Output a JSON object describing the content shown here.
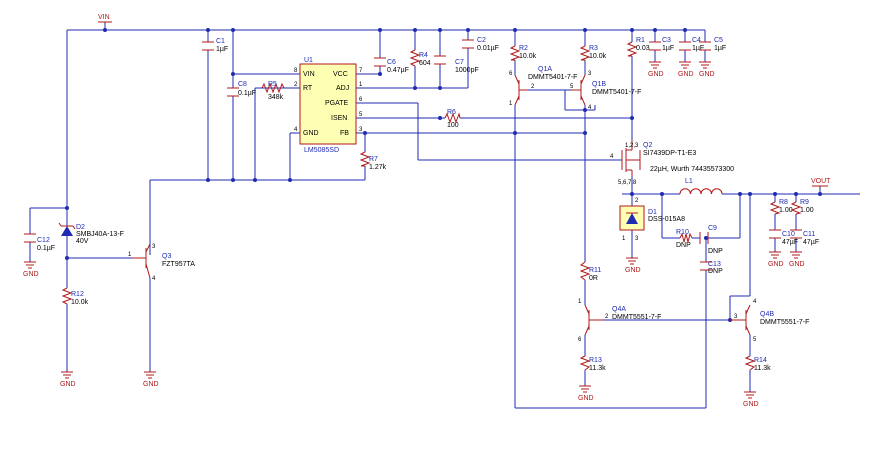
{
  "nets": {
    "vin": "VIN",
    "vout": "VOUT",
    "gnd": "GND"
  },
  "ic": {
    "ref": "U1",
    "part": "LM5085SD",
    "pins_left": [
      {
        "name": "VIN",
        "num": "8"
      },
      {
        "name": "RT",
        "num": "2"
      },
      {
        "name": "GND",
        "num": "4"
      }
    ],
    "pins_right": [
      {
        "name": "VCC",
        "num": "7"
      },
      {
        "name": "ADJ",
        "num": "1"
      },
      {
        "name": "PGATE",
        "num": "6"
      },
      {
        "name": "ISEN",
        "num": "5"
      },
      {
        "name": "FB",
        "num": "3"
      }
    ]
  },
  "components": {
    "c1": {
      "ref": "C1",
      "value": "1µF"
    },
    "c8": {
      "ref": "C8",
      "value": "0.1µF"
    },
    "r5": {
      "ref": "R5",
      "value": "348k"
    },
    "c6": {
      "ref": "C6",
      "value": "0.47µF"
    },
    "r4": {
      "ref": "R4",
      "value": "604"
    },
    "c7": {
      "ref": "C7",
      "value": "1000pF"
    },
    "c2": {
      "ref": "C2",
      "value": "0.01µF"
    },
    "r6": {
      "ref": "R6",
      "value": "100"
    },
    "r7": {
      "ref": "R7",
      "value": "1.27k"
    },
    "r2": {
      "ref": "R2",
      "value": "10.0k"
    },
    "r3": {
      "ref": "R3",
      "value": "10.0k"
    },
    "q1a": {
      "ref": "Q1A",
      "value": "DMMT5401-7-F"
    },
    "q1b": {
      "ref": "Q1B",
      "value": "DMMT5401-7-F"
    },
    "r1": {
      "ref": "R1",
      "value": "0.03"
    },
    "c3": {
      "ref": "C3",
      "value": "1µF"
    },
    "c4": {
      "ref": "C4",
      "value": "1µF"
    },
    "c5": {
      "ref": "C5",
      "value": "1µF"
    },
    "q2": {
      "ref": "Q2",
      "value": "SI7439DP-T1-E3"
    },
    "l1": {
      "ref": "L1",
      "value": "22µH, Wurth 74435573300"
    },
    "d1": {
      "ref": "D1",
      "value": "DSS-015A8"
    },
    "r10": {
      "ref": "R10",
      "value": "DNP"
    },
    "c9": {
      "ref": "C9",
      "value": "DNP"
    },
    "c13": {
      "ref": "C13",
      "value": "DNP"
    },
    "r8": {
      "ref": "R8",
      "value": "1.00"
    },
    "r9": {
      "ref": "R9",
      "value": "1.00"
    },
    "c10": {
      "ref": "C10",
      "value": "47µF"
    },
    "c11": {
      "ref": "C11",
      "value": "47µF"
    },
    "d2": {
      "ref": "D2",
      "value": "SMBJ40A-13-F",
      "value2": "40V"
    },
    "c12": {
      "ref": "C12",
      "value": "0.1µF"
    },
    "r12": {
      "ref": "R12",
      "value": "10.0k"
    },
    "q3": {
      "ref": "Q3",
      "value": "FZT957TA"
    },
    "r11": {
      "ref": "R11",
      "value": "0R"
    },
    "q4a": {
      "ref": "Q4A",
      "value": "DMMT5551-7-F"
    },
    "q4b": {
      "ref": "Q4B",
      "value": "DMMT5551-7-F"
    },
    "r13": {
      "ref": "R13",
      "value": "11.3k"
    },
    "r14": {
      "ref": "R14",
      "value": "11.3k"
    }
  },
  "pin_numbers": {
    "one": "1",
    "two": "2",
    "three": "3",
    "four": "4",
    "five": "5",
    "six": "6",
    "seven": "7",
    "eight": "8",
    "q2_src": "1,2,3",
    "q2_drn": "5,6,7,8"
  }
}
